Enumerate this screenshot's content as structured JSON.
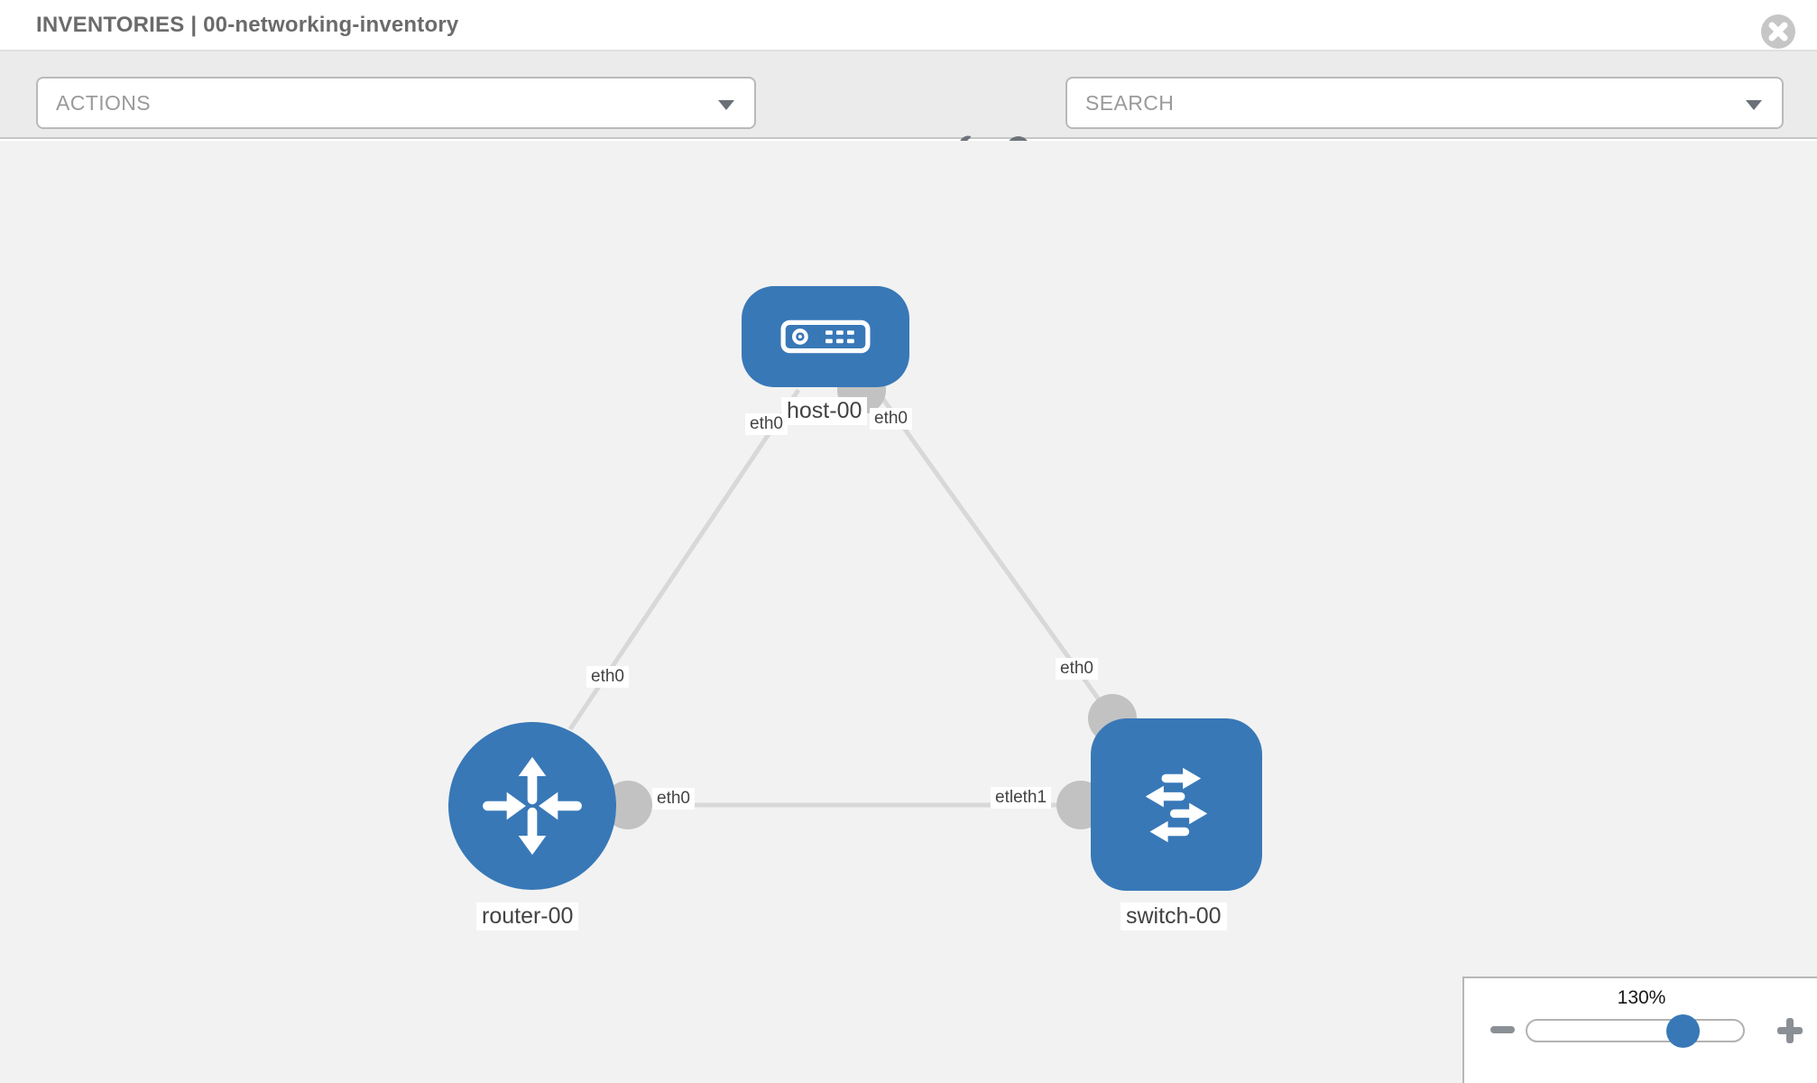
{
  "header": {
    "title": "INVENTORIES | 00-networking-inventory",
    "close_icon": "close-circle-x"
  },
  "toolbar": {
    "actions_label": "ACTIONS",
    "search_label": "SEARCH",
    "icons": [
      "wrench",
      "key"
    ]
  },
  "topology": {
    "node_host": {
      "label": "host-00",
      "type": "host",
      "icon": "server"
    },
    "node_router": {
      "label": "router-00",
      "type": "router",
      "icon": "router-arrows"
    },
    "node_switch": {
      "label": "switch-00",
      "type": "switch",
      "icon": "switch-arrows"
    },
    "iface": {
      "host_to_router": "eth0",
      "host_to_switch": "eth0",
      "router_to_host": "eth0",
      "switch_to_host": "eth0",
      "router_to_switch": "eth0",
      "switch_to_router": "etleth1"
    },
    "links": [
      {
        "from": "host-00",
        "to": "router-00"
      },
      {
        "from": "host-00",
        "to": "switch-00"
      },
      {
        "from": "router-00",
        "to": "switch-00"
      }
    ]
  },
  "zoom_control": {
    "level": "130%"
  },
  "colors": {
    "node_blue": "#3878b7",
    "canvas_bg": "#f2f2f2",
    "toolbar_bg": "#ebebeb",
    "link_gray": "#d8d8d8",
    "connector_gray": "#c2c2c2",
    "title_gray": "#6b6b6b"
  }
}
